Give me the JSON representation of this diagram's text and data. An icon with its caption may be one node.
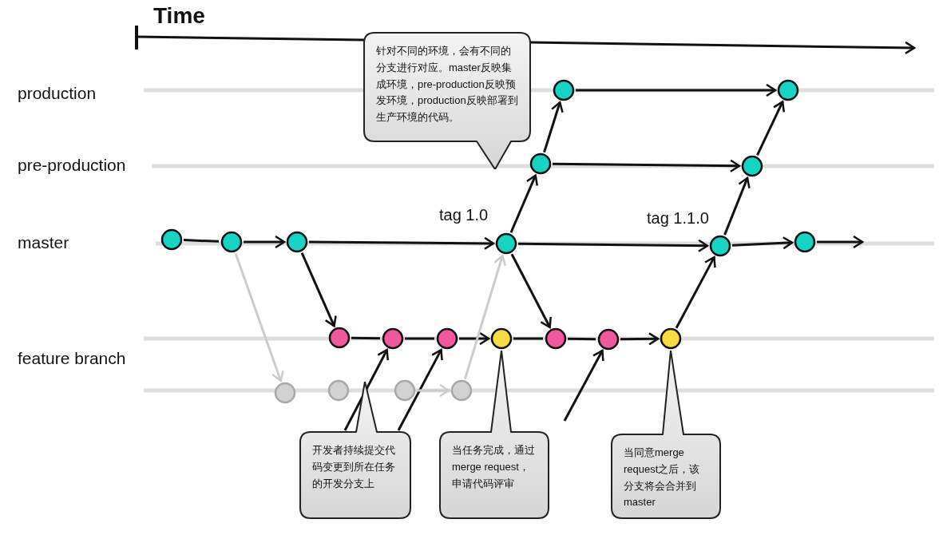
{
  "diagram": {
    "nodes": [
      {
        "text": [
          "针对不同的环境，会有不同的分支进行对应。master反映集成环境，pre-production反映预发环境，production反映部署到生产环境的代码。"
        ]
      },
      {
        "text": [],
        "shape": "circle"
      },
      {
        "text": [],
        "shape": "circle"
      },
      {
        "text": [],
        "shape": "circle"
      },
      {
        "text": [],
        "shape": "circle"
      },
      {
        "text": [],
        "shape": "circle"
      },
      {
        "text": [],
        "shape": "circle"
      },
      {
        "text": [],
        "shape": "circle"
      },
      {
        "text": [],
        "shape": "circle"
      },
      {
        "text": [],
        "shape": "circle"
      },
      {
        "text": [],
        "shape": "circle"
      },
      {
        "text": [],
        "shape": "circle"
      },
      {
        "text": [],
        "shape": "circle"
      },
      {
        "text": [],
        "shape": "circle"
      },
      {
        "text": [],
        "shape": "circle"
      },
      {
        "text": [],
        "shape": "circle"
      },
      {
        "text": [],
        "shape": "circle"
      },
      {
        "text": [],
        "shape": "circle"
      },
      {
        "text": [],
        "shape": "circle"
      },
      {
        "text": [],
        "shape": "circle"
      },
      {
        "text": [],
        "shape": "circle"
      },
      {
        "text": [],
        "shape": "circle"
      },
      {
        "text": [
          "开发者持续提交代码变更到所在任务的开发分支上"
        ]
      },
      {
        "text": [
          "当任务完成，通过merge request，申请代码评审"
        ]
      },
      {
        "text": [
          "当同意merge request之后，该分支将会合并到master"
        ]
      }
    ],
    "edges": [
      {
        "from": 5,
        "to": 6,
        "arrow": "none"
      },
      {
        "from": 6,
        "to": 7,
        "arrow": "to"
      },
      {
        "from": 7,
        "to": 8,
        "arrow": "to"
      },
      {
        "from": 8,
        "to": 9,
        "arrow": "to"
      },
      {
        "from": 9,
        "to": 10,
        "arrow": "to"
      },
      {
        "from": 10,
        "to": null,
        "arrow": "to"
      },
      {
        "from": 7,
        "to": 11,
        "arrow": "to"
      },
      {
        "from": 8,
        "to": 15,
        "arrow": "to"
      },
      {
        "from": 8,
        "to": 3,
        "arrow": "to"
      },
      {
        "from": 3,
        "to": 1,
        "arrow": "to"
      },
      {
        "from": 1,
        "to": 2,
        "arrow": "to"
      },
      {
        "from": 3,
        "to": 4,
        "arrow": "to"
      },
      {
        "from": 9,
        "to": 4,
        "arrow": "to"
      },
      {
        "from": 4,
        "to": 2,
        "arrow": "to"
      },
      {
        "from": 17,
        "to": 9,
        "arrow": "to"
      },
      {
        "from": 11,
        "to": 12,
        "arrow": "none"
      },
      {
        "from": 12,
        "to": 13,
        "arrow": "none"
      },
      {
        "from": 13,
        "to": 14,
        "arrow": "to"
      },
      {
        "from": 14,
        "to": 15,
        "arrow": "none"
      },
      {
        "from": 15,
        "to": 16,
        "arrow": "none"
      },
      {
        "from": 16,
        "to": 17,
        "arrow": "to"
      },
      {
        "from": 22,
        "to": 12,
        "arrow": "to"
      },
      {
        "from": 22,
        "to": 13,
        "arrow": "to"
      },
      {
        "from": null,
        "to": 16,
        "arrow": "to"
      },
      {
        "from": 6,
        "to": 18,
        "arrow": "to",
        "color": "#cccccc"
      },
      {
        "from": 20,
        "to": 21,
        "arrow": "to",
        "color": "#cccccc"
      },
      {
        "from": 21,
        "to": 8,
        "arrow": "to",
        "color": "#cccccc"
      }
    ],
    "labels": [
      "Time",
      "production",
      "pre-production",
      "master",
      "tag 1.0",
      "tag 1.1.0",
      "feature branch"
    ]
  }
}
